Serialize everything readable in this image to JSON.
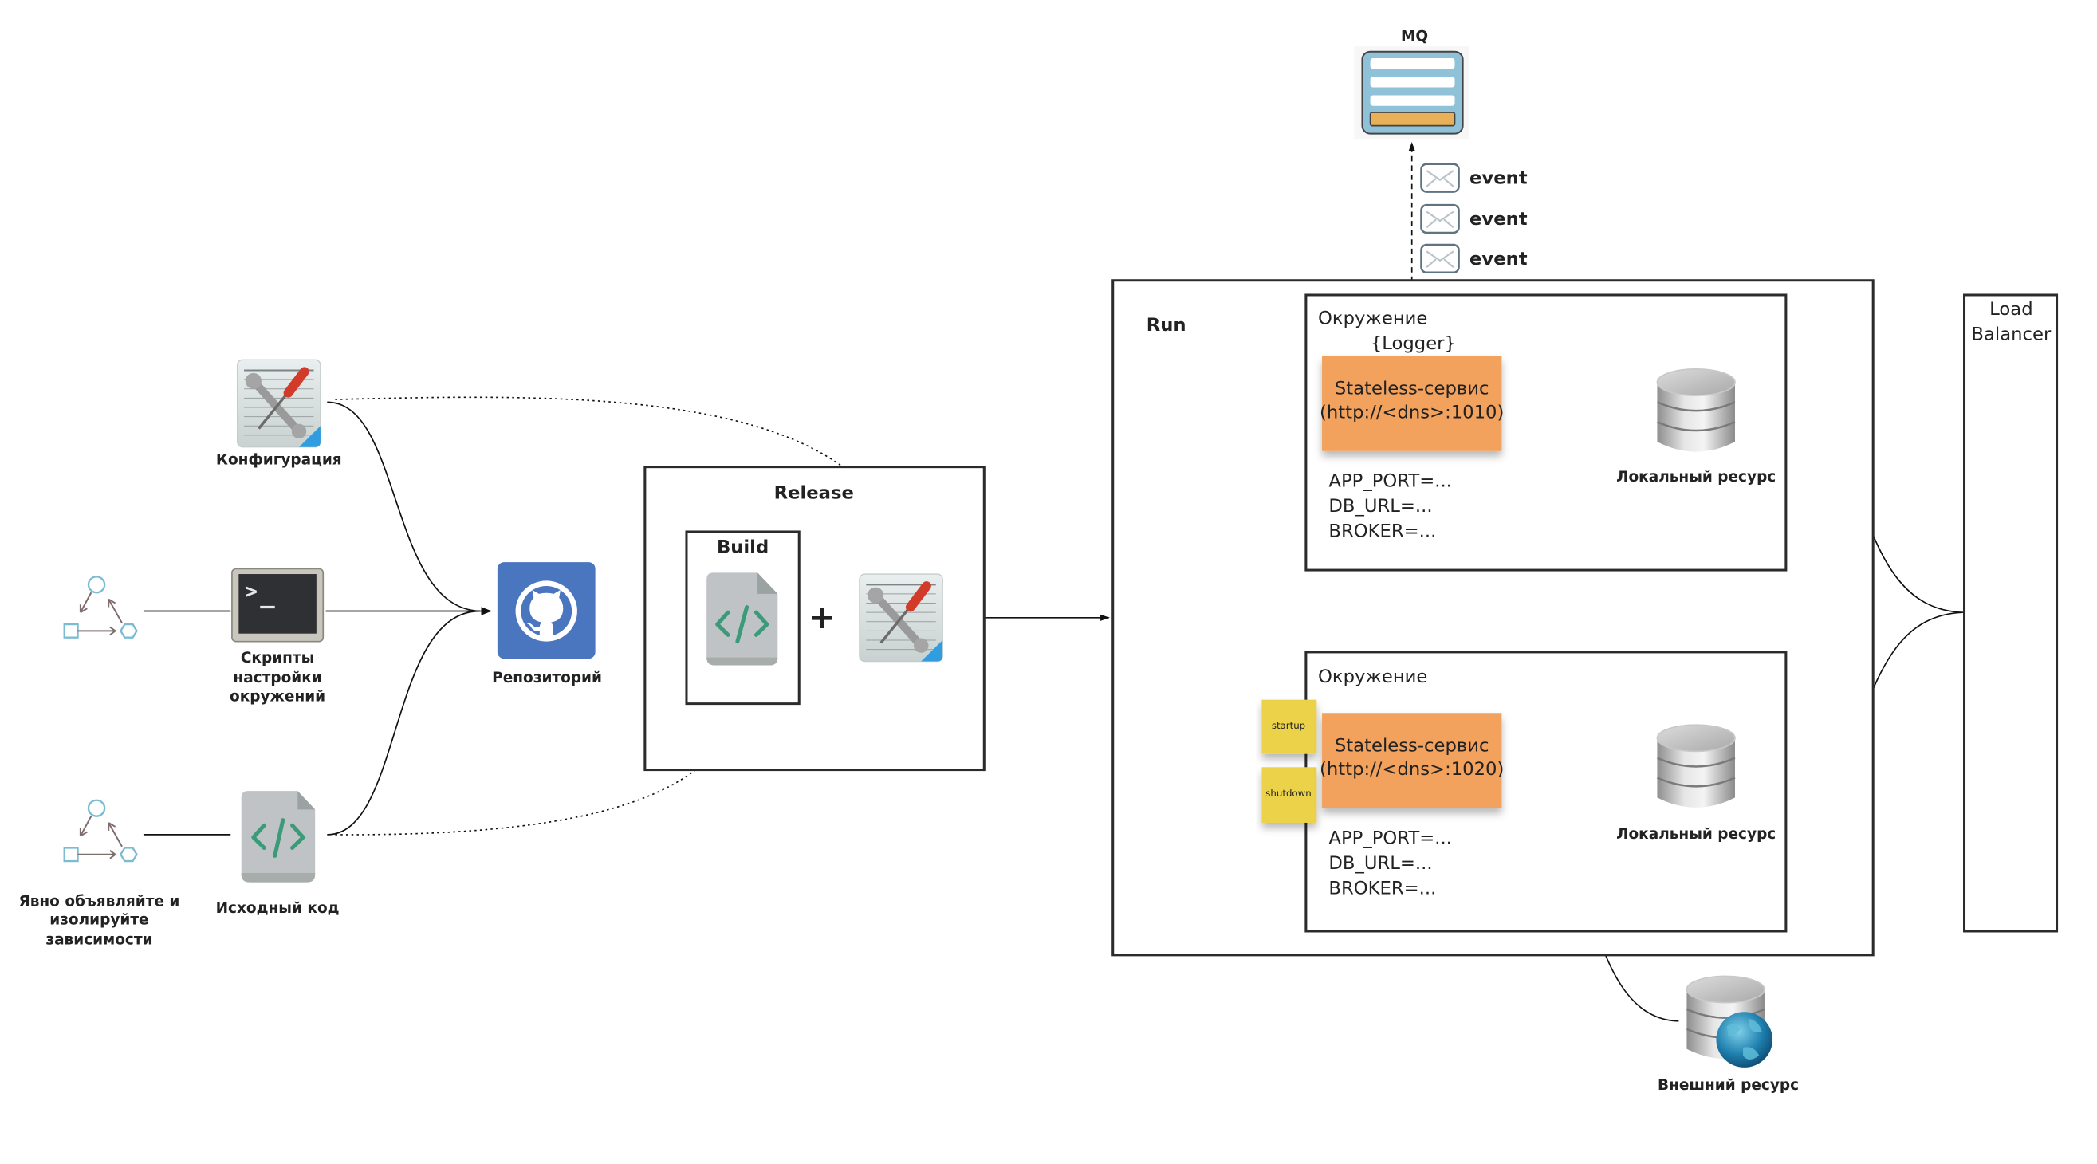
{
  "diagram": {
    "mq": {
      "label": "MQ"
    },
    "events": [
      "event",
      "event",
      "event"
    ],
    "left": {
      "config_label": "Конфигурация",
      "scripts_label_lines": [
        "Скрипты",
        "настройки",
        "окружений"
      ],
      "source_label": "Исходный код",
      "deps_label_lines": [
        "Явно объявляйте и",
        "изолируйте",
        "зависимости"
      ],
      "repo_label": "Репозиторий"
    },
    "release": {
      "title": "Release",
      "build_title": "Build",
      "plus": "+"
    },
    "run": {
      "title": "Run",
      "environments": [
        {
          "label": "Окружение",
          "logger": "{Logger}",
          "service_line1": "Stateless-сервис",
          "service_line2": "(http://<dns>:1010)",
          "env_vars": [
            "APP_PORT=...",
            "DB_URL=...",
            "BROKER=..."
          ],
          "resource_label": "Локальный ресурс"
        },
        {
          "label": "Окружение",
          "service_line1": "Stateless-сервис",
          "service_line2": "(http://<dns>:1020)",
          "env_vars": [
            "APP_PORT=...",
            "DB_URL=...",
            "BROKER=..."
          ],
          "resource_label": "Локальный ресурс",
          "stickies": [
            "startup",
            "shutdown"
          ]
        }
      ]
    },
    "load_balancer": {
      "lines": [
        "Load",
        "Balancer"
      ]
    },
    "external_resource": {
      "label": "Внешний ресурс"
    },
    "colors": {
      "service_orange": "#f2a25c",
      "sticky_yellow": "#ecd24a",
      "github_blue": "#4a76c0",
      "mq_blue": "#8fc1d8",
      "mq_bar": "#e8b057",
      "code_green": "#3b9a78",
      "doc_gray": "#bfc3c6"
    }
  }
}
